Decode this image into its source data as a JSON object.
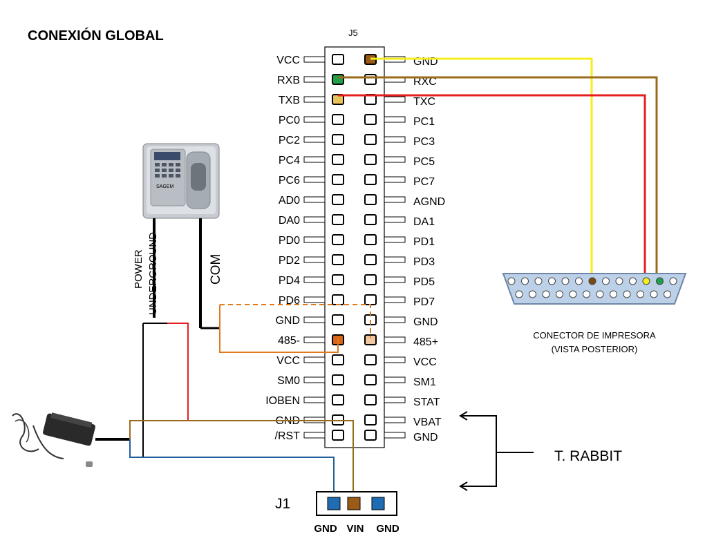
{
  "title": "CONEXIÓN  GLOBAL",
  "header_label": "J5",
  "left_pins": [
    "VCC",
    "RXB",
    "TXB",
    "PC0",
    "PC2",
    "PC4",
    "PC6",
    "AD0",
    "DA0",
    "PD0",
    "PD2",
    "PD4",
    "PD6",
    "GND",
    "485-",
    "VCC",
    "SM0",
    "IOBEN",
    "GND",
    "/RST"
  ],
  "right_pins": [
    "GND",
    "RXC",
    "TXC",
    "PC1",
    "PC3",
    "PC5",
    "PC7",
    "AGND",
    "DA1",
    "PD1",
    "PD3",
    "PD5",
    "PD7",
    "GND",
    "485+",
    "VCC",
    "SM1",
    "STAT",
    "VBAT",
    "GND"
  ],
  "reader_labels": {
    "power": "POWER",
    "underground": "UNDERGROUND",
    "com": "COM"
  },
  "printer": {
    "line1": "CONECTOR DE IMPRESORA",
    "line2": "(VISTA POSTERIOR)"
  },
  "rabbit_label": "T. RABBIT",
  "j1": {
    "label": "J1",
    "pins": [
      "GND",
      "VIN",
      "GND"
    ]
  },
  "reader_brand": "SAGEM",
  "colors": {
    "yellow": "#f4ee1c",
    "brown": "#9a6a1b",
    "red": "#e41e1e",
    "orange": "#e07a1a",
    "blue": "#1f5f9c",
    "green": "#1fa04a",
    "tan": "#d9aa45"
  }
}
